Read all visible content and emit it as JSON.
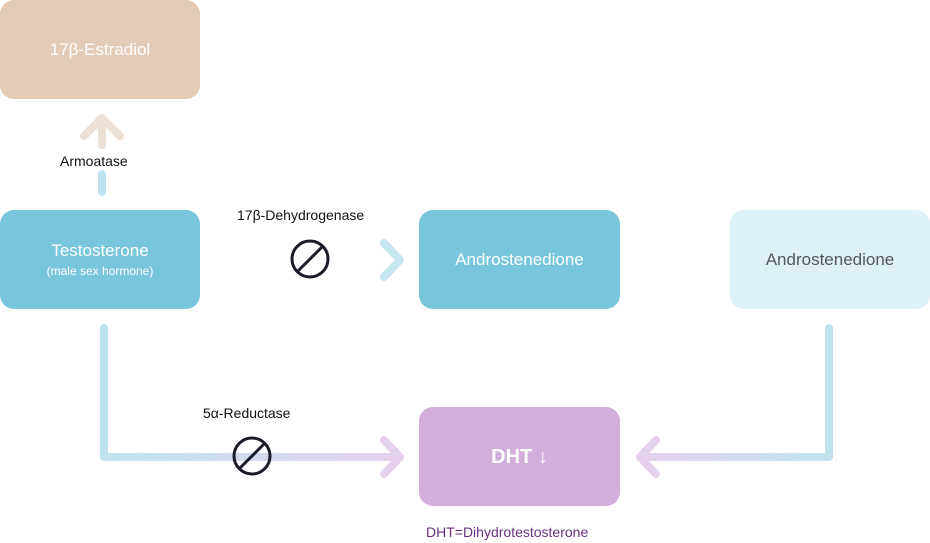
{
  "nodes": {
    "estradiol": {
      "title": "17β-Estradiol"
    },
    "testosterone": {
      "title": "Testosterone",
      "subtitle": "(male sex hormone)"
    },
    "andro_left": {
      "title": "Androstenedione"
    },
    "andro_right": {
      "title": "Androstenedione"
    },
    "dht": {
      "title": "DHT ↓"
    }
  },
  "labels": {
    "aromatase": "Armoatase",
    "dehydrogenase": "17β-Dehydrogenase",
    "reductase": "5α-Reductase"
  },
  "footnote": "DHT=Dihydrotestosterone",
  "colors": {
    "estradiol": "#e4cbb5",
    "testosterone": "#78c6dc",
    "androstenedione_active": "#78c6dc",
    "androstenedione_inactive": "#def1f8",
    "dht": "#d3aedd",
    "footnote": "#6b2f80",
    "connector_blue": "#bfe3ee",
    "connector_purple": "#e2cfea"
  },
  "icons": {
    "inhibit": "prohibited-icon"
  }
}
